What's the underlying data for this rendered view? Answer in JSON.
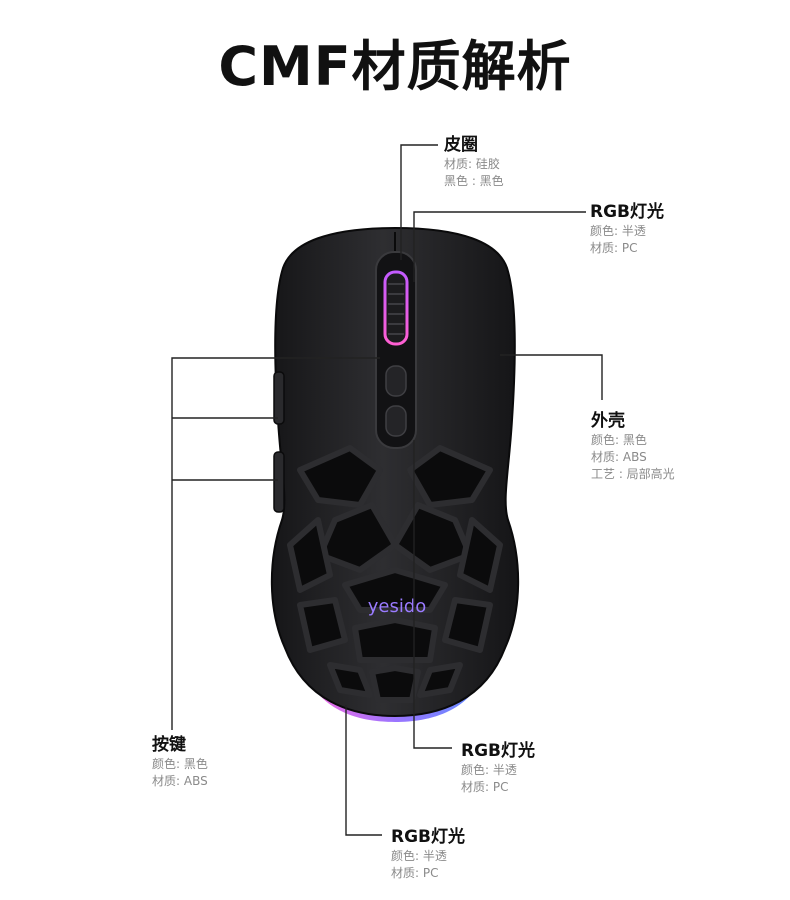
{
  "page": {
    "title": "CMF材质解析"
  },
  "callouts": {
    "skin": {
      "title": "皮圈",
      "specs": [
        "材质: 硅胶",
        "黑色 : 黑色"
      ]
    },
    "rgb_top": {
      "title": "RGB灯光",
      "specs": [
        "颜色: 半透",
        "材质: PC"
      ]
    },
    "shell": {
      "title": "外壳",
      "specs": [
        "颜色: 黑色",
        "材质: ABS",
        "工艺 : 局部高光"
      ]
    },
    "buttons": {
      "title": "按键",
      "specs": [
        "颜色: 黑色",
        "材质: ABS"
      ]
    },
    "rgb_mid": {
      "title": "RGB灯光",
      "specs": [
        "颜色: 半透",
        "材质: PC"
      ]
    },
    "rgb_bottom": {
      "title": "RGB灯光",
      "specs": [
        "颜色: 半透",
        "材质: PC"
      ]
    }
  },
  "product": {
    "logo_text": "yesido",
    "body_color": "#1f1f21",
    "rgb_colors": [
      "#ff4fd8",
      "#8a5cff",
      "#3d7bff"
    ]
  }
}
